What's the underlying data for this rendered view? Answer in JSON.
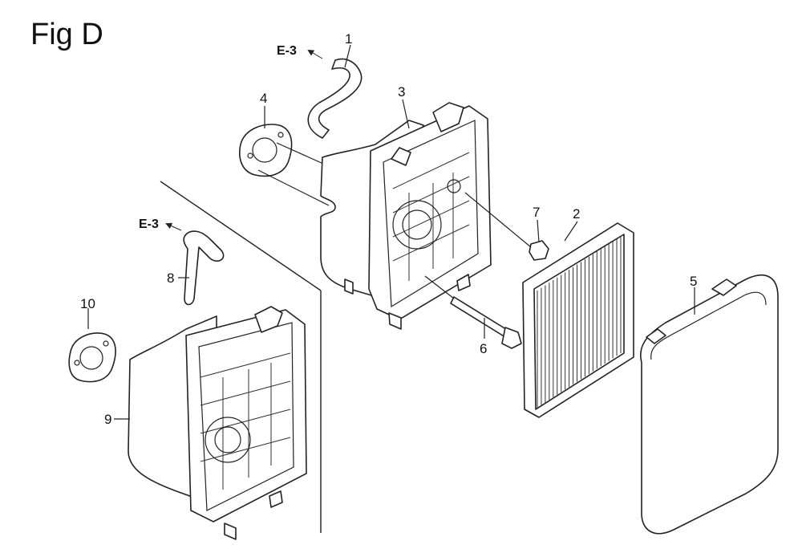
{
  "figure": {
    "title": "Fig D"
  },
  "references": [
    {
      "id": "ref-upper",
      "text": "E-3"
    },
    {
      "id": "ref-lower",
      "text": "E-3"
    }
  ],
  "callouts": [
    "1",
    "2",
    "3",
    "4",
    "5",
    "6",
    "7",
    "8",
    "9",
    "10"
  ]
}
